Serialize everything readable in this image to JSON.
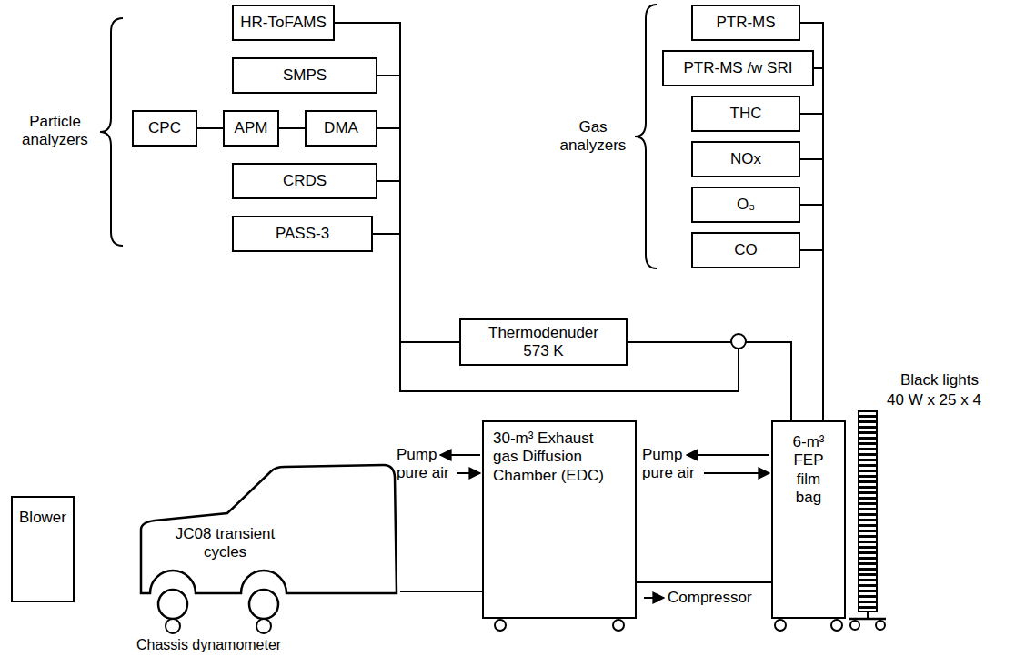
{
  "diagram": {
    "nodes": [
      {
        "text": [
          "HR-ToFAMS"
        ]
      },
      {
        "text": [
          "SMPS"
        ]
      },
      {
        "text": [
          "CPC"
        ]
      },
      {
        "text": [
          "APM"
        ]
      },
      {
        "text": [
          "DMA"
        ]
      },
      {
        "text": [
          "CRDS"
        ]
      },
      {
        "text": [
          "PASS-3"
        ]
      },
      {
        "text": [
          "PTR-MS"
        ]
      },
      {
        "text": [
          "PTR-MS /w SRI"
        ]
      },
      {
        "text": [
          "THC"
        ]
      },
      {
        "text": [
          "NOx"
        ]
      },
      {
        "text": [
          "O₃"
        ]
      },
      {
        "text": [
          "CO"
        ]
      },
      {
        "text": [
          "Thermodenuder 573 K"
        ]
      },
      {
        "text": [
          "Blower"
        ]
      },
      {
        "text": [
          "JC08 transient cycles"
        ]
      },
      {
        "text": [
          "30-m³ Exhaust gas Diffusion Chamber (EDC)"
        ]
      },
      {
        "text": [
          "6-m³ FEP film bag"
        ]
      }
    ],
    "edges": [
      {
        "from": 2,
        "to": 3,
        "arrow": "none"
      },
      {
        "from": 3,
        "to": 4,
        "arrow": "none"
      },
      {
        "from": 13,
        "to": 0,
        "arrow": "none"
      },
      {
        "from": 13,
        "to": 1,
        "arrow": "none"
      },
      {
        "from": 13,
        "to": 4,
        "arrow": "none"
      },
      {
        "from": 13,
        "to": 5,
        "arrow": "none"
      },
      {
        "from": 13,
        "to": 6,
        "arrow": "none"
      },
      {
        "from": 17,
        "to": 13,
        "arrow": "none"
      },
      {
        "from": 17,
        "to": 7,
        "arrow": "none"
      },
      {
        "from": 17,
        "to": 8,
        "arrow": "none"
      },
      {
        "from": 17,
        "to": 9,
        "arrow": "none"
      },
      {
        "from": 17,
        "to": 10,
        "arrow": "none"
      },
      {
        "from": 17,
        "to": 11,
        "arrow": "none"
      },
      {
        "from": 17,
        "to": 12,
        "arrow": "none"
      },
      {
        "from": 15,
        "to": 16,
        "arrow": "none"
      },
      {
        "from": 16,
        "to": 17,
        "arrow": "none"
      }
    ],
    "labels": [
      "Particle analyzers",
      "Gas analyzers",
      "Pump pure air",
      "Pump pure air",
      "Compressor",
      "Black lights",
      "40 W x 25 x 4",
      "Chassis dynamometer"
    ]
  }
}
